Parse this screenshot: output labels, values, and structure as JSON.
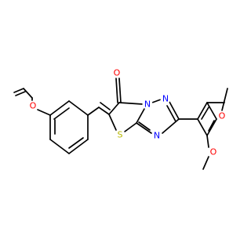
{
  "structure": {
    "atoms": {
      "o_allyl": {
        "text": "O",
        "color": "#ff0000"
      },
      "o_carbonyl": {
        "text": "O",
        "color": "#ff0000"
      },
      "n_bridge": {
        "text": "N",
        "color": "#0000ff"
      },
      "n_top": {
        "text": "N",
        "color": "#0000ff"
      },
      "n_bottom": {
        "text": "N",
        "color": "#0000ff"
      },
      "s_ring": {
        "text": "S",
        "color": "#b8b800"
      },
      "o_methoxy_upper": {
        "text": "O",
        "color": "#ff0000"
      },
      "o_methoxy_lower": {
        "text": "O",
        "color": "#ff0000"
      }
    },
    "colors": {
      "bond": "#000000",
      "oxygen": "#ff0000",
      "nitrogen": "#0000ff",
      "sulfur": "#b8b800",
      "background": "#ffffff"
    }
  }
}
